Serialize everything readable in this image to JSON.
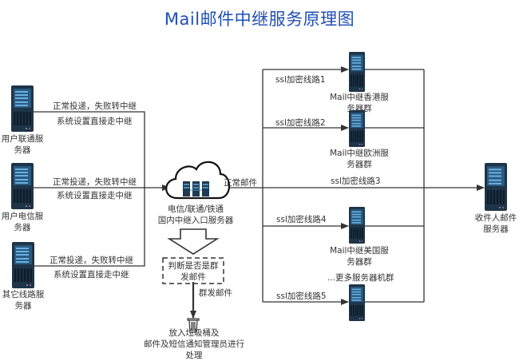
{
  "title": "Mail邮件中继服务原理图",
  "sources": [
    {
      "name": "用户联通服务器",
      "line1": "正常投递，失败转中继",
      "line2": "系统设置直接走中继"
    },
    {
      "name": "用户电信服务器",
      "line1": "正常投递，失败转中继",
      "line2": "系统设置直接走中继"
    },
    {
      "name": "其它线路服务器",
      "line1": "正常投递，失败转中继",
      "line2": "系统设置直接走中继"
    }
  ],
  "gateway": {
    "label": "电信/联通/铁通\n国内中继入口服务器",
    "out_label": "正常邮件"
  },
  "filter": {
    "label": "判断是否是群发邮件",
    "branch_label": "群发邮件",
    "trash_label": "放入垃圾桶及\n邮件及短信通知管理员进行处理"
  },
  "routes": [
    {
      "label": "ssl加密线路1",
      "target": "Mail中继香港服务器群"
    },
    {
      "label": "ssl加密线路2",
      "target": "Mail中继欧洲服务器群"
    },
    {
      "label": "ssl加密线路3",
      "target": ""
    },
    {
      "label": "ssl加密线路4",
      "target": "Mail中继美国服务器群"
    },
    {
      "label": "ssl加密线路5",
      "target": "...更多服务器机群"
    }
  ],
  "receiver": {
    "name": "收件人邮件服务器"
  },
  "icons": {
    "server": "server-rack-icon",
    "cloud": "cloud-icon",
    "trash": "trash-can-icon",
    "arrow": "down-arrow-icon"
  }
}
